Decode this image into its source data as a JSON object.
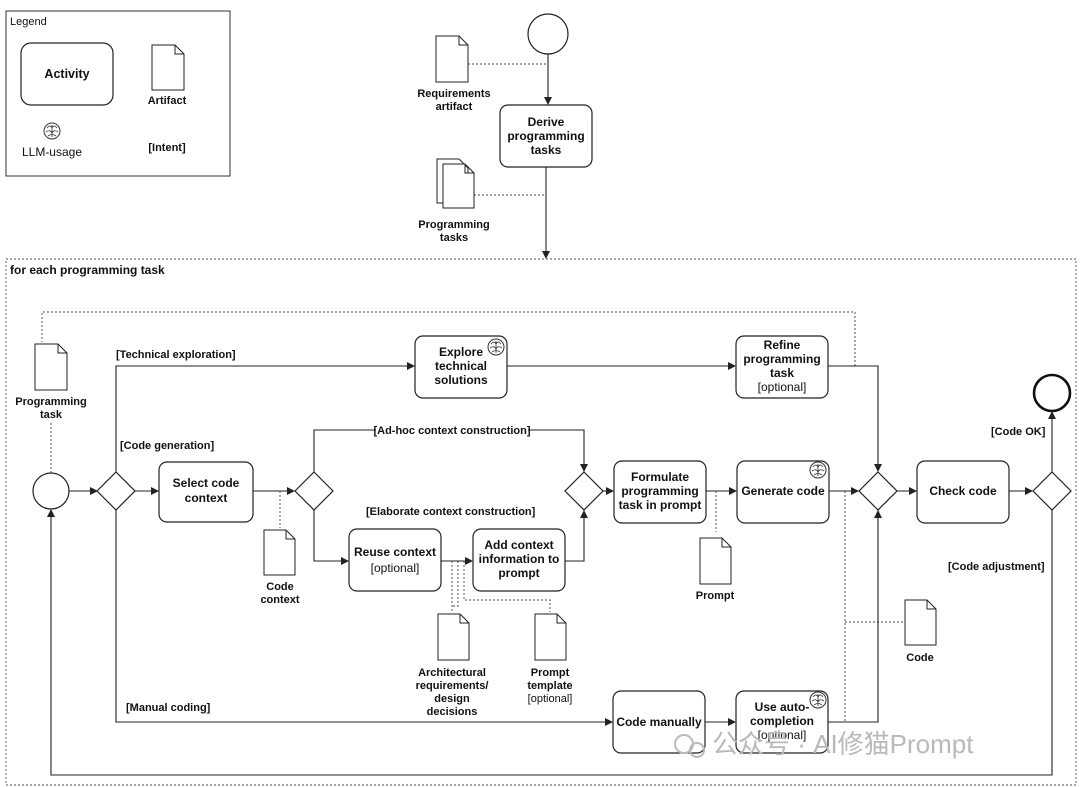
{
  "legend": {
    "title": "Legend",
    "activity": "Activity",
    "artifact": "Artifact",
    "llm_usage": "LLM-usage",
    "intent": "[Intent]"
  },
  "top": {
    "requirements_l1": "Requirements",
    "requirements_l2": "artifact",
    "derive_l1": "Derive",
    "derive_l2": "programming",
    "derive_l3": "tasks",
    "prog_tasks_l1": "Programming",
    "prog_tasks_l2": "tasks"
  },
  "loop": {
    "label": "for each programming task",
    "programming_task_l1": "Programming",
    "programming_task_l2": "task"
  },
  "guards": {
    "technical_exploration": "[Technical exploration]",
    "code_generation": "[Code generation]",
    "adhoc_context": "[Ad-hoc context construction]",
    "elaborate_context": "[Elaborate context construction]",
    "manual_coding": "[Manual coding]",
    "code_ok": "[Code OK]",
    "code_adjustment": "[Code adjustment]"
  },
  "activities": {
    "explore_l1": "Explore",
    "explore_l2": "technical",
    "explore_l3": "solutions",
    "refine_l1": "Refine",
    "refine_l2": "programming",
    "refine_l3": "task",
    "refine_l4": "[optional]",
    "select_l1": "Select code",
    "select_l2": "context",
    "reuse_l1": "Reuse context",
    "reuse_l2": "[optional]",
    "addctx_l1": "Add context",
    "addctx_l2": "information to",
    "addctx_l3": "prompt",
    "formulate_l1": "Formulate",
    "formulate_l2": "programming",
    "formulate_l3": "task in prompt",
    "generate": "Generate code",
    "check": "Check code",
    "manual": "Code manually",
    "auto_l1": "Use auto-",
    "auto_l2": "completion",
    "auto_l3": "[optional]"
  },
  "artifacts": {
    "code_context_l1": "Code",
    "code_context_l2": "context",
    "prompt": "Prompt",
    "code": "Code",
    "arch_l1": "Architectural",
    "arch_l2": "requirements/",
    "arch_l3": "design",
    "arch_l4": "decisions",
    "template_l1": "Prompt",
    "template_l2": "template",
    "template_l3": "[optional]"
  },
  "watermark": "公众号 · AI修猫Prompt"
}
